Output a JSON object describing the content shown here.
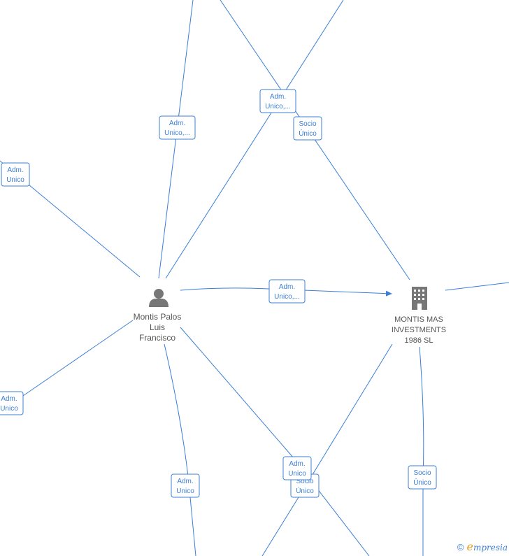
{
  "nodes": {
    "person": {
      "lines": [
        "Montis Palos",
        "Luis",
        "Francisco"
      ],
      "icon": "person-icon"
    },
    "company": {
      "lines": [
        "MONTIS MAS",
        "INVESTMENTS",
        "1986  SL"
      ],
      "icon": "building-icon"
    }
  },
  "edge_labels": [
    {
      "id": "adm-unico-top-left",
      "lines": [
        "Adm.",
        "Unico,..."
      ]
    },
    {
      "id": "adm-unico-top-mid",
      "lines": [
        "Adm.",
        "Unico,..."
      ]
    },
    {
      "id": "socio-unico-top",
      "lines": [
        "Socio",
        "Único"
      ]
    },
    {
      "id": "adm-unico-left-upper",
      "lines": [
        "Adm.",
        "Unico"
      ]
    },
    {
      "id": "adm-unico-person-company",
      "lines": [
        "Adm.",
        "Unico,..."
      ]
    },
    {
      "id": "adm-unico-left-lower",
      "lines": [
        "Adm.",
        "Unico"
      ]
    },
    {
      "id": "adm-unico-bottom-left",
      "lines": [
        "Adm.",
        "Unico"
      ]
    },
    {
      "id": "socio-unico-bottom-mid",
      "lines": [
        "Socio",
        "Único"
      ]
    },
    {
      "id": "adm-unico-bottom-mid",
      "lines": [
        "Adm.",
        "Unico"
      ]
    },
    {
      "id": "socio-unico-bottom-right",
      "lines": [
        "Socio",
        "Único"
      ]
    }
  ],
  "brand": {
    "copyright": "©",
    "e": "e",
    "rest": "mpresia"
  },
  "colors": {
    "edge": "#3b7fd6",
    "node_icon": "#777777",
    "brand_accent": "#e69a1c"
  }
}
